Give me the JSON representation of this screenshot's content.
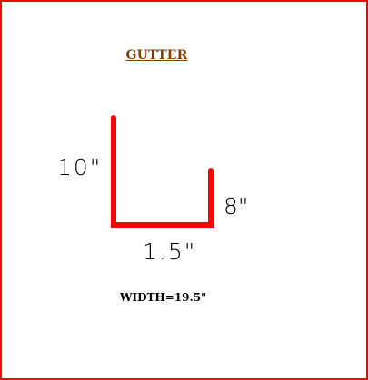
{
  "title": "GUTTER",
  "dimensions": {
    "left_side": "10\"",
    "right_side": "8\"",
    "bottom": "1.5\""
  },
  "width_note": "WIDTH=19.5\"",
  "colors": {
    "border": "#ff0000",
    "profile_stroke": "#ff0000",
    "title_text": "#804000",
    "label_text": "#000000",
    "background": "#ffffff"
  }
}
